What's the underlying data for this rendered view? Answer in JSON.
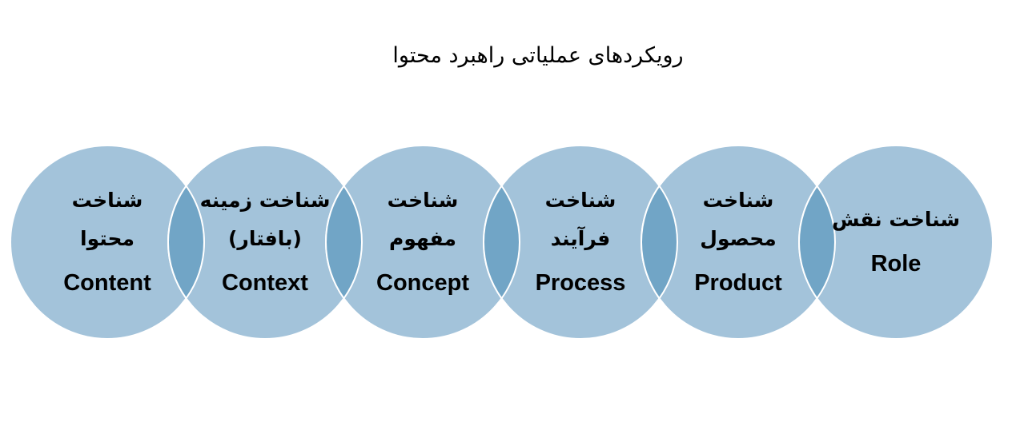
{
  "title": "رویکردهای عملیاتی راهبرد محتوا",
  "colors": {
    "circle_fill": "#a3c3da",
    "circle_stroke": "#ffffff",
    "overlap_fill": "#71a5c6",
    "text": "#000000"
  },
  "circles": [
    {
      "fa": [
        "شناخت",
        "محتوا"
      ],
      "en": "Content"
    },
    {
      "fa": [
        "شناخت زمینه",
        "(بافتار)"
      ],
      "en": "Context"
    },
    {
      "fa": [
        "شناخت",
        "مفهوم"
      ],
      "en": "Concept"
    },
    {
      "fa": [
        "شناخت",
        "فرآیند"
      ],
      "en": "Process"
    },
    {
      "fa": [
        "شناخت",
        "محصول"
      ],
      "en": "Product"
    },
    {
      "fa": [
        "شناخت نقش"
      ],
      "en": "Role"
    }
  ]
}
